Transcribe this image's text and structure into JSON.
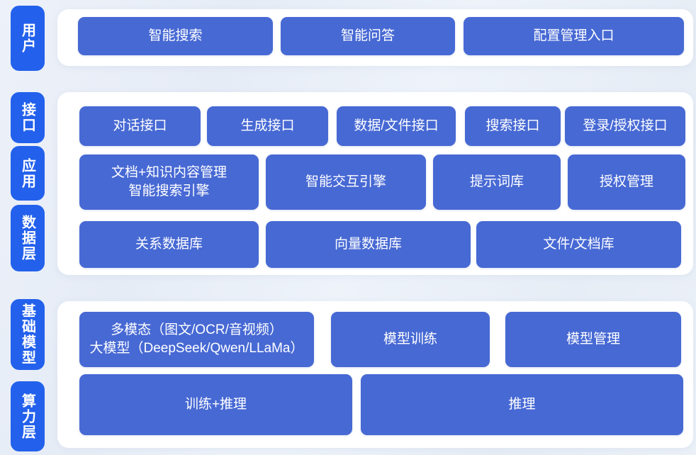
{
  "colors": {
    "background": "#e9eef7",
    "panel": "#ffffff",
    "side_label_bg": "#2361ec",
    "block_bg": "#4769d4",
    "text": "#ffffff"
  },
  "layers": {
    "user": {
      "label": "用户",
      "buttons": [
        "智能搜索",
        "智能问答",
        "配置管理入口"
      ]
    },
    "interface": {
      "label": "接口",
      "buttons": [
        "对话接口",
        "生成接口",
        "数据/文件接口",
        "搜索接口",
        "登录/授权接口"
      ]
    },
    "application": {
      "label": "应用",
      "buttons": [
        {
          "line1": "文档+知识内容管理",
          "line2": "智能搜索引擎"
        },
        "智能交互引擎",
        "提示词库",
        "授权管理"
      ]
    },
    "data": {
      "label": "数据层",
      "buttons": [
        "关系数据库",
        "向量数据库",
        "文件/文档库"
      ]
    },
    "foundation": {
      "label": "基础模型",
      "buttons": [
        {
          "line1": "多模态（图文/OCR/音视频）",
          "line2": "大模型（DeepSeek/Qwen/LLaMa）"
        },
        "模型训练",
        "模型管理"
      ]
    },
    "compute": {
      "label": "算力层",
      "buttons": [
        "训练+推理",
        "推理"
      ]
    }
  }
}
